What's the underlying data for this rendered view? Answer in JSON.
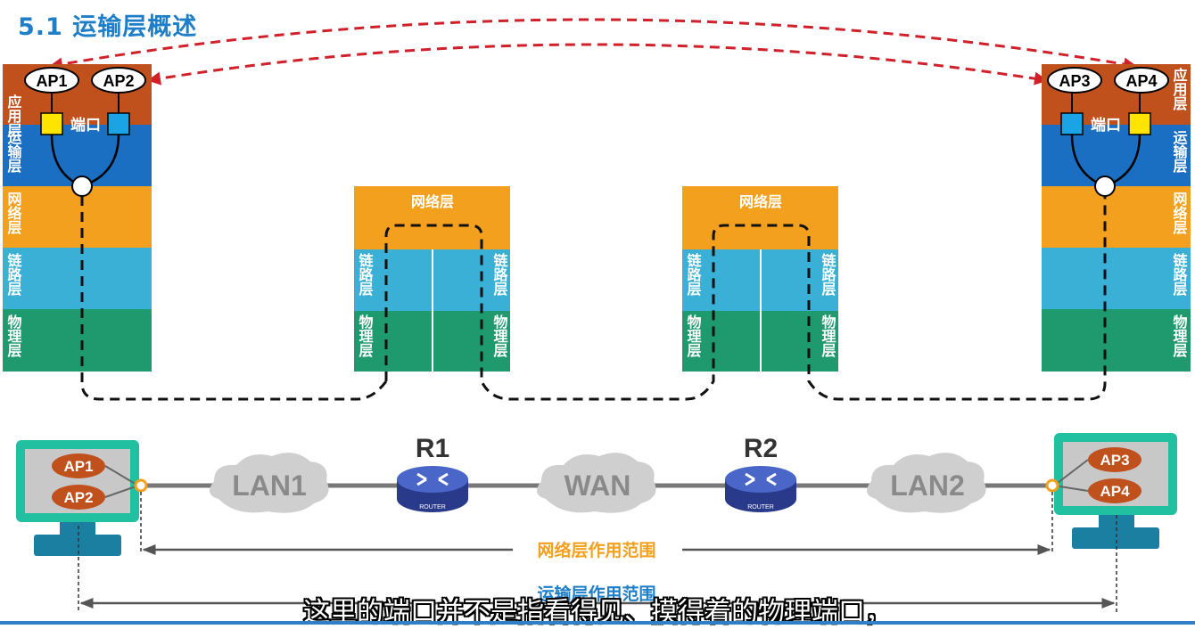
{
  "title": "5.1 运输层概述",
  "layers": {
    "application": "应用层",
    "transport": "运输层",
    "network": "网络层",
    "link": "链路层",
    "physical": "物理层"
  },
  "apps": {
    "ap1": "AP1",
    "ap2": "AP2",
    "ap3": "AP3",
    "ap4": "AP4"
  },
  "port_label": "端口",
  "routers": {
    "r1": "R1",
    "r2": "R2",
    "router_caption": "ROUTER"
  },
  "networks": {
    "lan1": "LAN1",
    "wan": "WAN",
    "lan2": "LAN2"
  },
  "scopes": {
    "network_layer": "网络层作用范围",
    "transport_layer": "运输层作用范围"
  },
  "subtitle": "这里的端口并不是指看得见、摸得着的物理端口，",
  "colors": {
    "application": "#c0501c",
    "transport": "#1a6fc2",
    "network": "#f2a01e",
    "link": "#3ab0d6",
    "physical": "#1f9a6e",
    "title": "#1f7ec8",
    "arrow_red": "#d0202a",
    "port_yellow": "#ffe400",
    "port_blue": "#1aa4e6",
    "monitor_green": "#20c0a0",
    "app_oval": "#c0501c"
  }
}
